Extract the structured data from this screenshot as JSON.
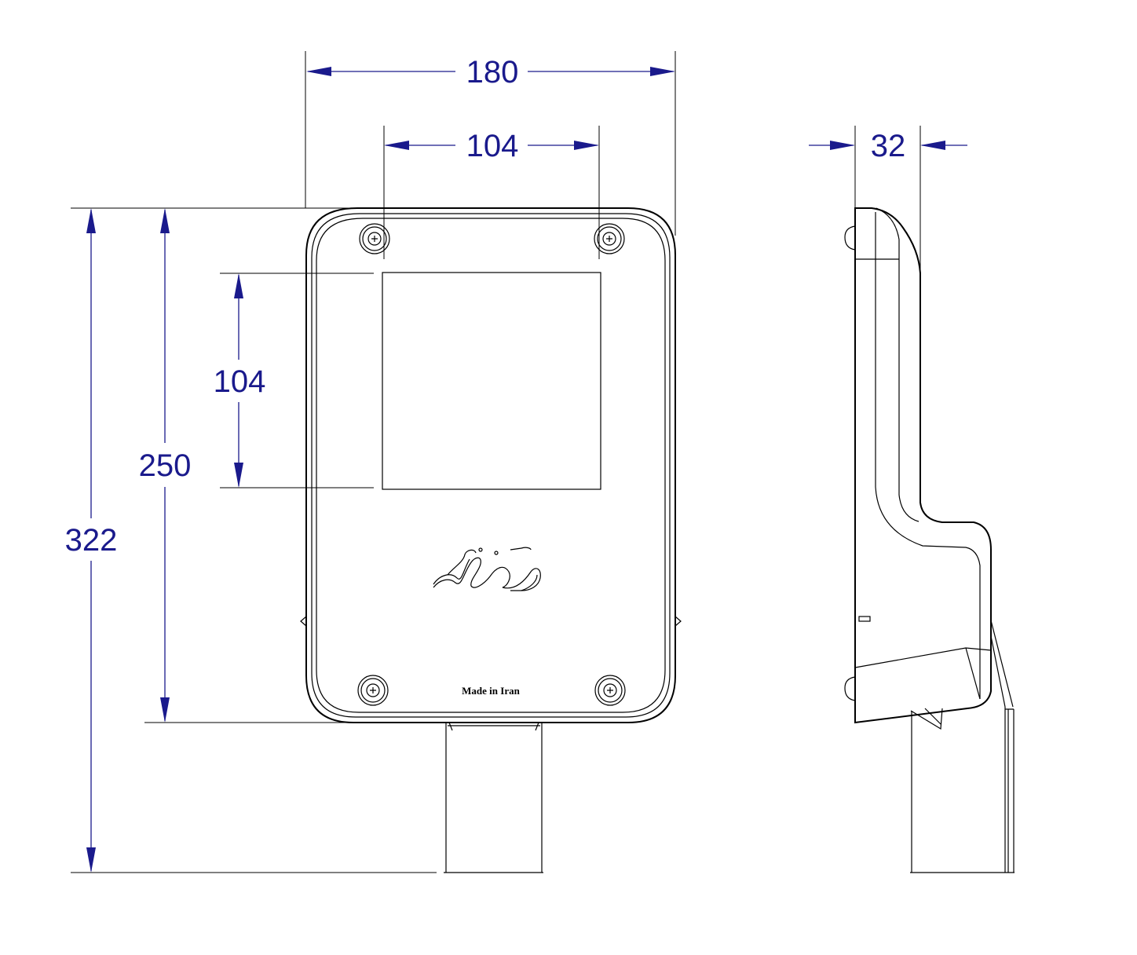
{
  "colors": {
    "dimension": "#1a1a8c",
    "outline": "#000000"
  },
  "dimensions": {
    "overall_width": "180",
    "screw_spacing_width": "104",
    "depth": "32",
    "screen_height": "104",
    "body_height": "250",
    "total_height": "322"
  },
  "labels": {
    "made_in": "Made in Iran"
  },
  "logo": {
    "icon": "brand-logo-icon"
  },
  "screws": [
    {
      "icon": "phillips-screw-icon"
    },
    {
      "icon": "phillips-screw-icon"
    },
    {
      "icon": "phillips-screw-icon"
    },
    {
      "icon": "phillips-screw-icon"
    }
  ]
}
